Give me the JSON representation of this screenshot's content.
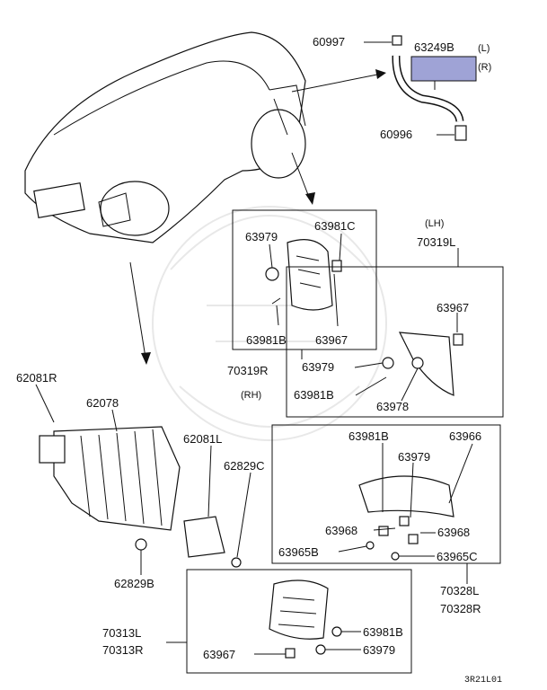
{
  "callouts": {
    "p60997": "60997",
    "p63249B": "63249B",
    "side_L": "(L)",
    "side_R": "(R)",
    "p60996": "60996",
    "p63979_a": "63979",
    "p63981C": "63981C",
    "p63981B_a": "63981B",
    "p63967_a": "63967",
    "p70319R": "70319R",
    "rh": "(RH)",
    "lh": "(LH)",
    "p70319L": "70319L",
    "p63967_b": "63967",
    "p63979_b": "63979",
    "p63981B_b": "63981B",
    "p63978": "63978",
    "p62081R": "62081R",
    "p62078": "62078",
    "p62081L": "62081L",
    "p62829C": "62829C",
    "p62829B": "62829B",
    "p63981B_c": "63981B",
    "p63966": "63966",
    "p63979_c": "63979",
    "p63968_a": "63968",
    "p63968_b": "63968",
    "p63965B": "63965B",
    "p63965C": "63965C",
    "p70328L": "70328L",
    "p70328R": "70328R",
    "p70313L": "70313L",
    "p70313R": "70313R",
    "p63981B_d": "63981B",
    "p63967_c": "63967",
    "p63979_d": "63979"
  },
  "diagram_code": "3R21L01",
  "colors": {
    "highlight": "#9fa3d6",
    "line": "#111111"
  }
}
